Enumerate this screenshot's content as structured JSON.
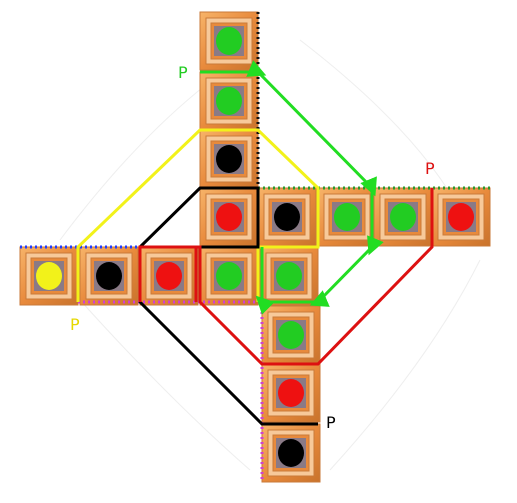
{
  "colors": {
    "tile_outer": "#e88a3c",
    "tile_inner": "#c97a3a",
    "tile_highlight": "#f7c99a",
    "dot_green": "#22cc22",
    "dot_black": "#000000",
    "dot_red": "#ee1111",
    "dot_yellow": "#f2f21a",
    "path_green": "#22dd22",
    "path_yellow": "#f2f21a",
    "path_black": "#000000",
    "path_red": "#dd1111",
    "grid_blue": "#1e3cff",
    "grid_magenta": "#d040d0",
    "grid_green": "#2a9a2a",
    "grid_black": "#111111"
  },
  "labels": {
    "green_p": "P",
    "yellow_p": "P",
    "red_p": "P",
    "black_p": "P"
  },
  "tiles": [
    {
      "id": "v0",
      "dot": "green"
    },
    {
      "id": "v1",
      "dot": "green"
    },
    {
      "id": "v2",
      "dot": "black"
    },
    {
      "id": "v3",
      "dot": "red"
    },
    {
      "id": "r1",
      "dot": "black"
    },
    {
      "id": "r2",
      "dot": "green"
    },
    {
      "id": "r3",
      "dot": "green"
    },
    {
      "id": "r4",
      "dot": "red"
    },
    {
      "id": "l1",
      "dot": "yellow"
    },
    {
      "id": "l2",
      "dot": "black"
    },
    {
      "id": "l3",
      "dot": "red"
    },
    {
      "id": "l4",
      "dot": "green"
    },
    {
      "id": "d1",
      "dot": "green"
    },
    {
      "id": "d2",
      "dot": "green"
    },
    {
      "id": "d3",
      "dot": "red"
    },
    {
      "id": "d4",
      "dot": "black"
    }
  ]
}
